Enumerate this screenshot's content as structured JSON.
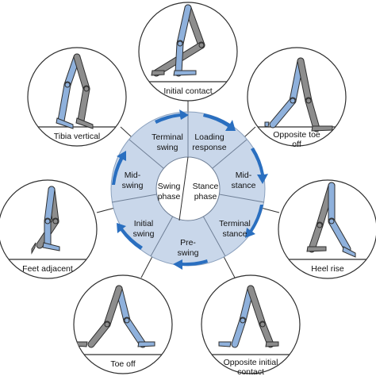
{
  "diagram": {
    "center": {
      "left": [
        "Swing",
        "phase"
      ],
      "right": [
        "Stance",
        "phase"
      ]
    },
    "ring_segments": [
      {
        "id": "terminal-swing",
        "lines": [
          "Terminal",
          "swing"
        ]
      },
      {
        "id": "loading-response",
        "lines": [
          "Loading",
          "response"
        ]
      },
      {
        "id": "mid-stance",
        "lines": [
          "Mid-",
          "stance"
        ]
      },
      {
        "id": "terminal-stance",
        "lines": [
          "Terminal",
          "stance"
        ]
      },
      {
        "id": "pre-swing",
        "lines": [
          "Pre-",
          "swing"
        ]
      },
      {
        "id": "initial-swing",
        "lines": [
          "Initial",
          "swing"
        ]
      },
      {
        "id": "mid-swing",
        "lines": [
          "Mid-",
          "swing"
        ]
      }
    ],
    "events": [
      {
        "id": "initial-contact",
        "lines": [
          "Initial contact"
        ]
      },
      {
        "id": "opposite-toe-off",
        "lines": [
          "Opposite toe",
          "off"
        ]
      },
      {
        "id": "heel-rise",
        "lines": [
          "Heel rise"
        ]
      },
      {
        "id": "opposite-initial-contact",
        "lines": [
          "Opposite initial",
          "contact"
        ]
      },
      {
        "id": "toe-off",
        "lines": [
          "Toe off"
        ]
      },
      {
        "id": "feet-adjacent",
        "lines": [
          "Feet adjacent"
        ]
      },
      {
        "id": "tibia-vertical",
        "lines": [
          "Tibia vertical"
        ]
      }
    ],
    "colors": {
      "ring": "#c9d7ea",
      "ring_edge": "#8aa0bd",
      "arrow": "#2a6fc0",
      "leg_blue": "#8fb1dc",
      "leg_gray": "#8d8d8d",
      "outline": "#2f2f2f",
      "circle_fill": "#ffffff"
    }
  }
}
